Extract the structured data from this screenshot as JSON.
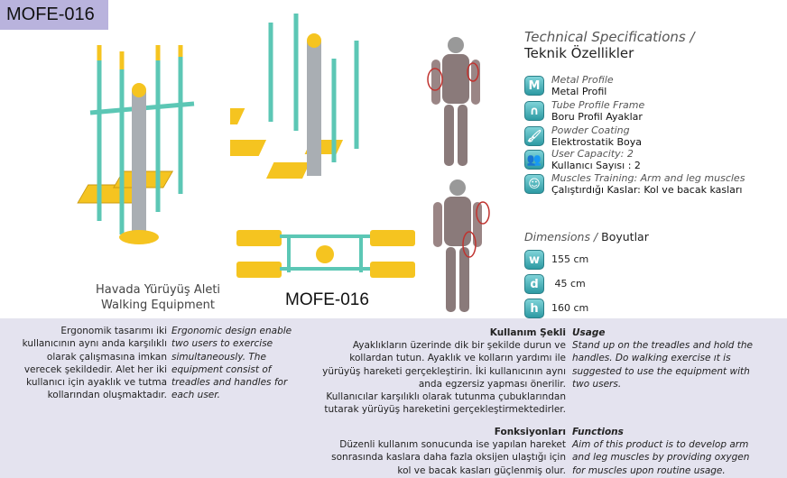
{
  "product_code": "MOFE-016",
  "product_code_bottom": "MOFE-016",
  "caption_tr": "Havada Yürüyüş Aleti",
  "caption_en": "Walking Equipment",
  "spec_title_en": "Technical Specifications /",
  "spec_title_tr": "Teknik Özellikler",
  "specs": [
    {
      "icon": "M",
      "en": "Metal Profile",
      "tr": "Metal Profil"
    },
    {
      "icon": "∩",
      "en": "Tube Profile Frame",
      "tr": "Boru Profil Ayaklar"
    },
    {
      "icon": "🖌",
      "en": "Powder Coating",
      "tr": "Elektrostatik Boya"
    },
    {
      "icon": "👥",
      "en": "User Capacity:  2",
      "tr": "Kullanıcı Sayısı : 2"
    },
    {
      "icon": "☺",
      "en": "Muscles Training:  Arm and leg muscles",
      "tr": "Çalıştırdığı Kaslar: Kol ve bacak kasları"
    }
  ],
  "dimensions_en": "Dimensions /",
  "dimensions_tr": "Boyutlar",
  "dimensions": [
    {
      "icon": "w",
      "value": "155 cm"
    },
    {
      "icon": "d",
      "value": " 45 cm"
    },
    {
      "icon": "h",
      "value": "160 cm"
    }
  ],
  "desc_tr": "Ergonomik tasarımı iki\nkullanıcının aynı anda karşılıklı\nolarak çalışmasına imkan\nverecek şekildedir. Alet her iki\nkullanıcı için ayaklık ve tutma\nkollarından oluşmaktadır.",
  "desc_en": "Ergonomic design enable\ntwo users to exercise\nsimultaneously. The\nequipment consist of\ntreadles and handles for\neach user.",
  "usage_title_tr": "Kullanım Şekli",
  "usage_tr": "Ayaklıkların üzerinde dik bir şekilde durun ve\nkollardan tutun. Ayaklık ve kolların yardımı ile\nyürüyüş hareketi gerçekleştirin. İki kullanıcının aynı\nanda egzersiz yapması önerilir.\nKullanıcılar karşılıklı olarak tutunma çubuklarından\ntutarak yürüyüş hareketini gerçekleştirmektedirler.",
  "usage_title_en": "Usage",
  "usage_en": "Stand up on the treadles and hold the\nhandles. Do walking exercise ıt is\nsuggested to use the equipment with\ntwo users.",
  "functions_title_tr": "Fonksiyonları",
  "functions_tr": "Düzenli kullanım sonucunda ise yapılan hareket\nsonrasında kaslara daha fazla oksijen ulaştığı için\nkol ve bacak kasları güçlenmiş olur.",
  "functions_title_en": "Functions",
  "functions_en": "Aim of this product is to develop arm\nand leg muscles by providing oxygen\nfor muscles upon routine usage."
}
